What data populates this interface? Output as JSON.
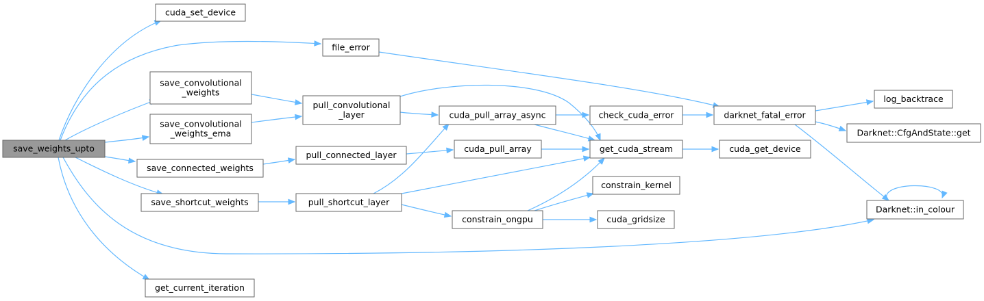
{
  "graph": {
    "nodes": [
      {
        "id": "save_weights_upto",
        "lines": [
          "save_weights_upto"
        ],
        "root": true
      },
      {
        "id": "cuda_set_device",
        "lines": [
          "cuda_set_device"
        ]
      },
      {
        "id": "file_error",
        "lines": [
          "file_error"
        ]
      },
      {
        "id": "save_convolutional_weights",
        "lines": [
          "save_convolutional",
          "_weights"
        ]
      },
      {
        "id": "save_convolutional_weights_ema",
        "lines": [
          "save_convolutional",
          "_weights_ema"
        ]
      },
      {
        "id": "save_connected_weights",
        "lines": [
          "save_connected_weights"
        ]
      },
      {
        "id": "save_shortcut_weights",
        "lines": [
          "save_shortcut_weights"
        ]
      },
      {
        "id": "get_current_iteration",
        "lines": [
          "get_current_iteration"
        ]
      },
      {
        "id": "pull_convolutional_layer",
        "lines": [
          "pull_convolutional",
          "_layer"
        ]
      },
      {
        "id": "pull_connected_layer",
        "lines": [
          "pull_connected_layer"
        ]
      },
      {
        "id": "pull_shortcut_layer",
        "lines": [
          "pull_shortcut_layer"
        ]
      },
      {
        "id": "cuda_pull_array_async",
        "lines": [
          "cuda_pull_array_async"
        ]
      },
      {
        "id": "cuda_pull_array",
        "lines": [
          "cuda_pull_array"
        ]
      },
      {
        "id": "constrain_ongpu",
        "lines": [
          "constrain_ongpu"
        ]
      },
      {
        "id": "check_cuda_error",
        "lines": [
          "check_cuda_error"
        ]
      },
      {
        "id": "get_cuda_stream",
        "lines": [
          "get_cuda_stream"
        ]
      },
      {
        "id": "constrain_kernel",
        "lines": [
          "constrain_kernel"
        ]
      },
      {
        "id": "cuda_gridsize",
        "lines": [
          "cuda_gridsize"
        ]
      },
      {
        "id": "darknet_fatal_error",
        "lines": [
          "darknet_fatal_error"
        ]
      },
      {
        "id": "cuda_get_device",
        "lines": [
          "cuda_get_device"
        ]
      },
      {
        "id": "log_backtrace",
        "lines": [
          "log_backtrace"
        ]
      },
      {
        "id": "cfgandstate_get",
        "lines": [
          "Darknet::CfgAndState::get"
        ]
      },
      {
        "id": "in_colour",
        "lines": [
          "Darknet::in_colour"
        ]
      }
    ],
    "edges": [
      [
        "save_weights_upto",
        "cuda_set_device"
      ],
      [
        "save_weights_upto",
        "file_error"
      ],
      [
        "save_weights_upto",
        "save_convolutional_weights"
      ],
      [
        "save_weights_upto",
        "save_convolutional_weights_ema"
      ],
      [
        "save_weights_upto",
        "save_connected_weights"
      ],
      [
        "save_weights_upto",
        "save_shortcut_weights"
      ],
      [
        "save_weights_upto",
        "in_colour"
      ],
      [
        "save_weights_upto",
        "get_current_iteration"
      ],
      [
        "file_error",
        "darknet_fatal_error"
      ],
      [
        "save_convolutional_weights",
        "pull_convolutional_layer"
      ],
      [
        "save_convolutional_weights_ema",
        "pull_convolutional_layer"
      ],
      [
        "save_connected_weights",
        "pull_connected_layer"
      ],
      [
        "save_shortcut_weights",
        "pull_shortcut_layer"
      ],
      [
        "pull_convolutional_layer",
        "cuda_pull_array_async"
      ],
      [
        "pull_convolutional_layer",
        "get_cuda_stream"
      ],
      [
        "pull_connected_layer",
        "cuda_pull_array"
      ],
      [
        "pull_shortcut_layer",
        "cuda_pull_array_async"
      ],
      [
        "pull_shortcut_layer",
        "get_cuda_stream"
      ],
      [
        "pull_shortcut_layer",
        "constrain_ongpu"
      ],
      [
        "cuda_pull_array_async",
        "check_cuda_error"
      ],
      [
        "cuda_pull_array_async",
        "get_cuda_stream"
      ],
      [
        "cuda_pull_array",
        "get_cuda_stream"
      ],
      [
        "constrain_ongpu",
        "constrain_kernel"
      ],
      [
        "constrain_ongpu",
        "cuda_gridsize"
      ],
      [
        "constrain_ongpu",
        "get_cuda_stream"
      ],
      [
        "check_cuda_error",
        "darknet_fatal_error"
      ],
      [
        "get_cuda_stream",
        "cuda_get_device"
      ],
      [
        "darknet_fatal_error",
        "log_backtrace"
      ],
      [
        "darknet_fatal_error",
        "cfgandstate_get"
      ],
      [
        "darknet_fatal_error",
        "in_colour"
      ],
      [
        "in_colour",
        "in_colour"
      ]
    ]
  }
}
